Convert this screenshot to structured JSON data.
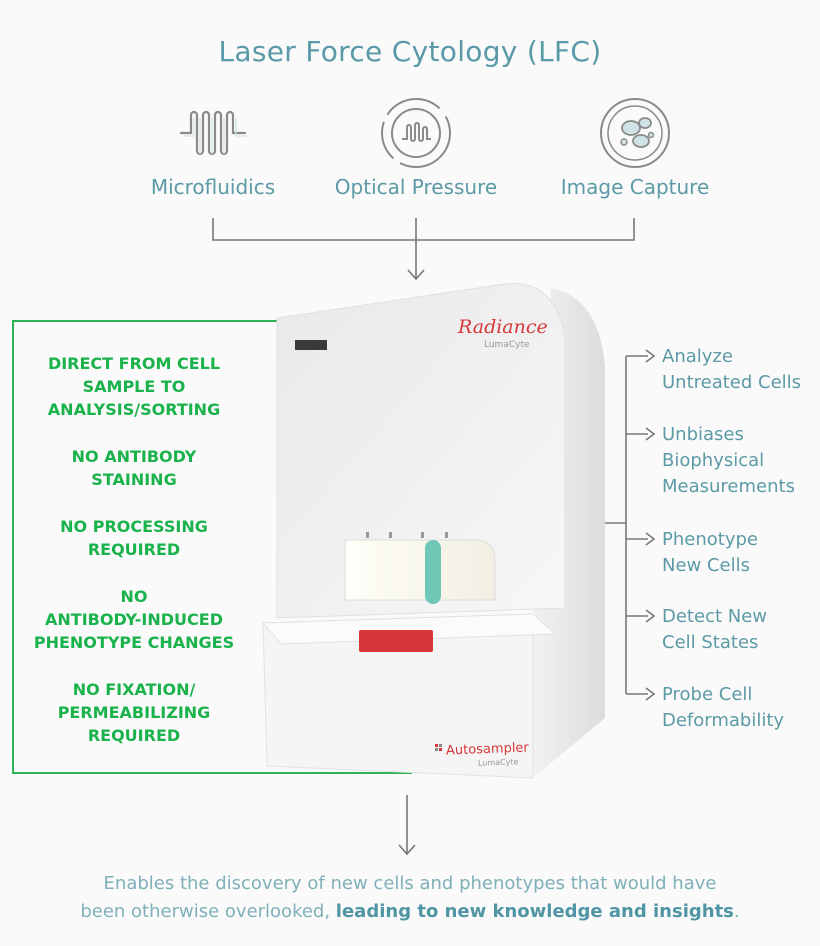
{
  "title": "Laser Force Cytology (LFC)",
  "features": [
    {
      "label": "Microfluidics",
      "icon": "microfluidics-icon"
    },
    {
      "label": "Optical Pressure",
      "icon": "optical-pressure-icon"
    },
    {
      "label": "Image Capture",
      "icon": "image-capture-icon"
    }
  ],
  "benefits": [
    "DIRECT FROM CELL\nSAMPLE TO\nANALYSIS/SORTING",
    "NO ANTIBODY\nSTAINING",
    "NO PROCESSING\nREQUIRED",
    "NO\nANTIBODY-INDUCED\nPHENOTYPE CHANGES",
    "NO FIXATION/\nPERMEABILIZING\nREQUIRED"
  ],
  "device": {
    "brand": "Radiance",
    "brand_sub": "LumaCyte",
    "module": "Autosampler",
    "module_sub": "LumaCyte"
  },
  "outcomes": [
    "Analyze\nUntreated Cells",
    "Unbiases\nBiophysical\nMeasurements",
    "Phenotype\nNew Cells",
    "Detect New\nCell States",
    "Probe Cell\nDeformability"
  ],
  "footer": {
    "line1": "Enables the discovery of new cells and phenotypes that would have",
    "line2_plain": "been otherwise overlooked, ",
    "line2_bold": "leading to new knowledge and insights",
    "line2_end": "."
  },
  "colors": {
    "accent": "#5c9aa6",
    "green": "#19b24b",
    "red": "#d8373a"
  }
}
